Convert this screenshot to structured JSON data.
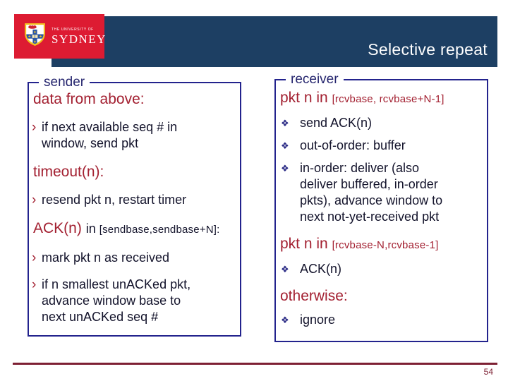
{
  "slide": {
    "title": "Selective repeat",
    "page_number": "54"
  },
  "logo": {
    "institution_small": "THE UNIVERSITY OF",
    "institution_large": "SYDNEY",
    "crest": "university-of-sydney-crest"
  },
  "colors": {
    "banner_navy": "#1d3f63",
    "logo_red": "#dd1b32",
    "heading_red": "#a32031",
    "body_text": "#13132b",
    "box_border_blue": "#23238d",
    "receiver_bullet_blue": "#2a2a85",
    "footer_maroon": "#7d2033"
  },
  "sender_box": {
    "legend": "sender",
    "bullet_char": "›",
    "sections": [
      {
        "heading": "data from above:",
        "items": [
          {
            "lines": [
              "if next available seq # in",
              "window, send pkt"
            ]
          }
        ]
      },
      {
        "heading": "timeout(n):",
        "items": [
          {
            "lines": [
              "resend pkt n, restart timer"
            ]
          }
        ]
      },
      {
        "heading": "ACK(n)",
        "heading_connector": "in",
        "heading_range": "[sendbase,sendbase+N]:",
        "items": [
          {
            "lines": [
              "mark pkt n as received"
            ]
          },
          {
            "lines": [
              "if n smallest unACKed pkt,",
              "advance window base to",
              "next unACKed seq #"
            ]
          }
        ]
      }
    ]
  },
  "receiver_box": {
    "legend": "receiver",
    "bullet_char": "❖",
    "sections": [
      {
        "heading": "pkt n in",
        "heading_range": "[rcvbase, rcvbase+N-1]",
        "items": [
          {
            "lines": [
              "send ACK(n)"
            ]
          },
          {
            "lines": [
              "out-of-order: buffer"
            ]
          },
          {
            "lines": [
              "in-order: deliver (also",
              "deliver buffered, in-order",
              "pkts), advance window to",
              "next not-yet-received pkt"
            ]
          }
        ]
      },
      {
        "heading": "pkt n in",
        "heading_range": "[rcvbase-N,rcvbase-1]",
        "items": [
          {
            "lines": [
              "ACK(n)"
            ]
          }
        ]
      },
      {
        "heading": "otherwise:",
        "items": [
          {
            "lines": [
              "ignore"
            ]
          }
        ]
      }
    ]
  }
}
